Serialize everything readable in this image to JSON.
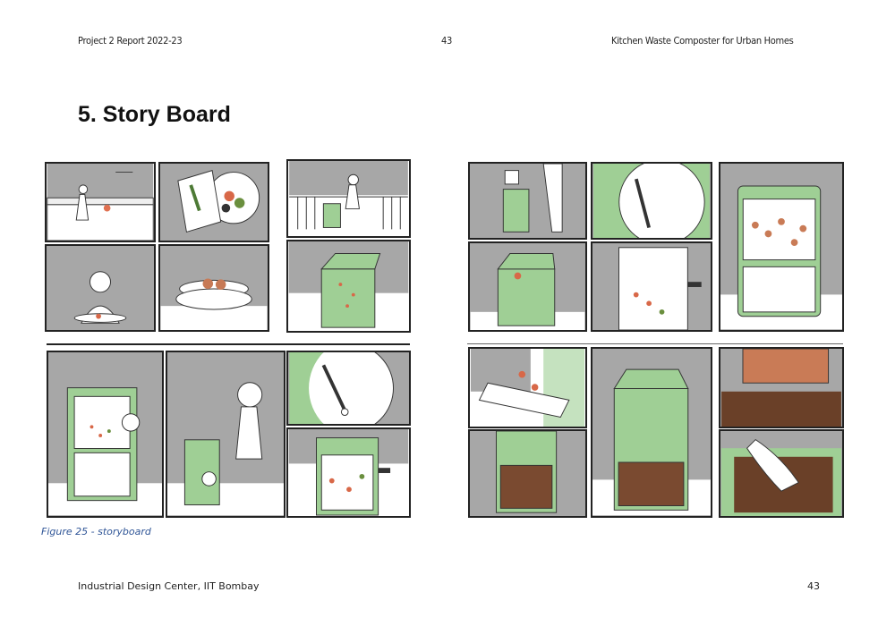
{
  "header": {
    "left": "Project 2 Report  2022-23",
    "center": "43",
    "right": "Kitchen Waste Composter for Urban Homes"
  },
  "section_title": "5.   Story Board",
  "figure": {
    "caption": "Figure 25 - storyboard"
  },
  "footer": {
    "left": "Industrial Design Center, IIT Bombay",
    "page_number": "43"
  },
  "colors": {
    "bin_green": "#9fcf95",
    "panel_gray": "#a7a7a7",
    "caption_blue": "#2f5597"
  }
}
